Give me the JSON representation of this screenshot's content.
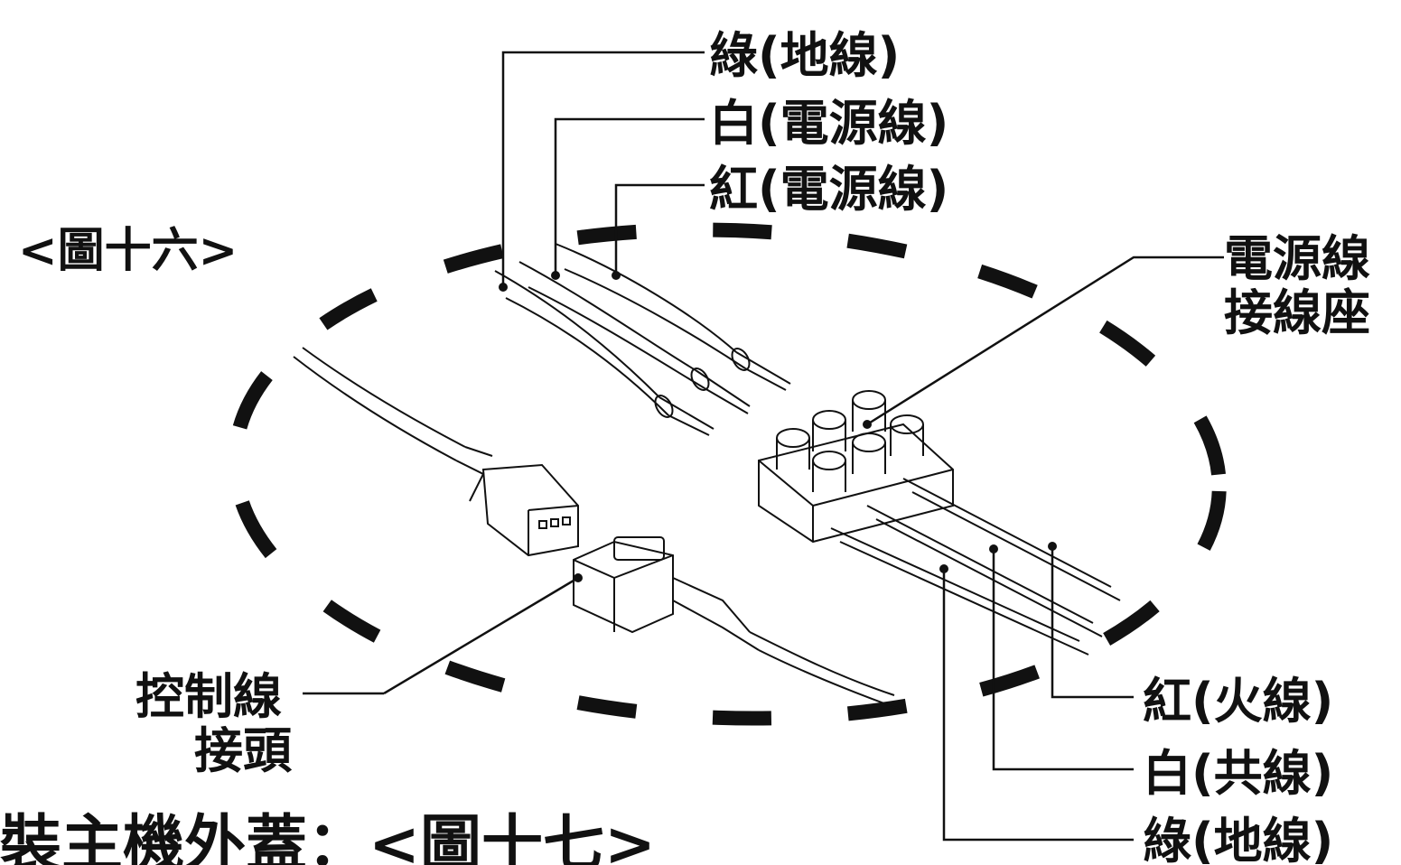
{
  "figure_label": "<圖十六>",
  "top_labels": {
    "green": "綠(地線)",
    "white": "白(電源線)",
    "red": "紅(電源線)"
  },
  "terminal_label": [
    "電源線",
    "接線座"
  ],
  "control_label": [
    "控制線",
    "接頭"
  ],
  "bottom_right_labels": {
    "red": "紅(火線)",
    "white": "白(共線)",
    "green": "綠(地線)"
  },
  "footer_text": "裝主機外蓋：<圖十七>",
  "colors": {
    "ink": "#111111",
    "background": "#ffffff"
  }
}
